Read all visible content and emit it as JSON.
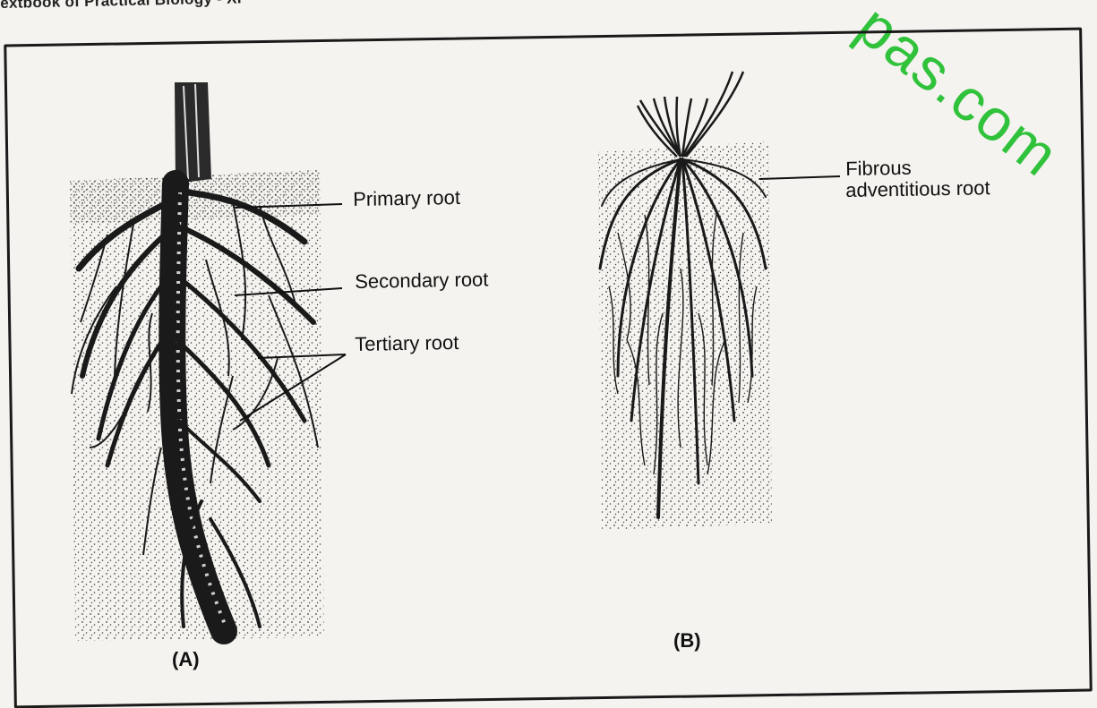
{
  "header": {
    "text": "extbook of Practical Biology - XI"
  },
  "watermark": {
    "text": "pas.com"
  },
  "diagram_a": {
    "panel_label": "(A)",
    "labels": {
      "primary": "Primary root",
      "secondary": "Secondary root",
      "tertiary": "Tertiary root"
    }
  },
  "diagram_b": {
    "panel_label": "(B)",
    "labels": {
      "fibrous_line1": "Fibrous",
      "fibrous_line2": "adventitious root"
    }
  },
  "colors": {
    "ink": "#111111",
    "paper": "#f4f3ef",
    "watermark": "#2fc23a"
  }
}
